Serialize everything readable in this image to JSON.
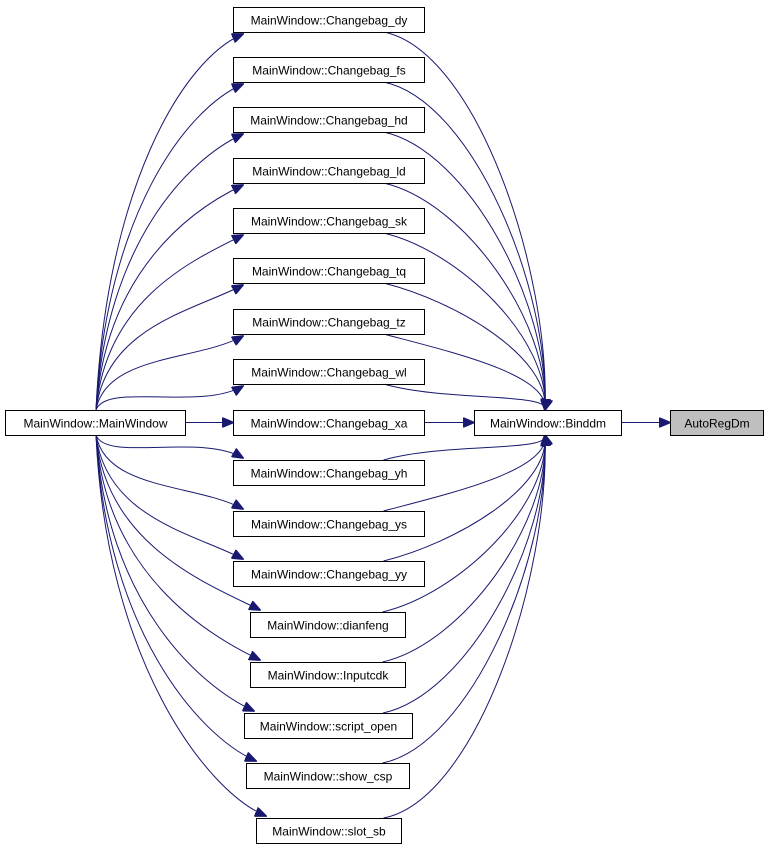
{
  "graph": {
    "colors": {
      "edge": "#191970",
      "highlight_fill": "#bfbfbf",
      "node_fill": "#ffffff",
      "node_border": "#000000"
    },
    "nodes": {
      "mw": "MainWindow::MainWindow",
      "binddm": "MainWindow::Binddm",
      "autoregdm": "AutoRegDm",
      "dy": "MainWindow::Changebag_dy",
      "fs": "MainWindow::Changebag_fs",
      "hd": "MainWindow::Changebag_hd",
      "ld": "MainWindow::Changebag_ld",
      "sk": "MainWindow::Changebag_sk",
      "tq": "MainWindow::Changebag_tq",
      "tz": "MainWindow::Changebag_tz",
      "wl": "MainWindow::Changebag_wl",
      "xa": "MainWindow::Changebag_xa",
      "yh": "MainWindow::Changebag_yh",
      "ys": "MainWindow::Changebag_ys",
      "yy": "MainWindow::Changebag_yy",
      "dianfeng": "MainWindow::dianfeng",
      "inputcdk": "MainWindow::Inputcdk",
      "script_open": "MainWindow::script_open",
      "show_csp": "MainWindow::show_csp",
      "slot_sb": "MainWindow::slot_sb"
    },
    "highlighted": "autoregdm",
    "edges": [
      [
        "binddm",
        "autoregdm"
      ],
      [
        "mw",
        "binddm"
      ],
      [
        "dy",
        "binddm"
      ],
      [
        "fs",
        "binddm"
      ],
      [
        "hd",
        "binddm"
      ],
      [
        "ld",
        "binddm"
      ],
      [
        "sk",
        "binddm"
      ],
      [
        "tq",
        "binddm"
      ],
      [
        "tz",
        "binddm"
      ],
      [
        "wl",
        "binddm"
      ],
      [
        "xa",
        "binddm"
      ],
      [
        "yh",
        "binddm"
      ],
      [
        "ys",
        "binddm"
      ],
      [
        "yy",
        "binddm"
      ],
      [
        "dianfeng",
        "binddm"
      ],
      [
        "inputcdk",
        "binddm"
      ],
      [
        "script_open",
        "binddm"
      ],
      [
        "show_csp",
        "binddm"
      ],
      [
        "slot_sb",
        "binddm"
      ],
      [
        "mw",
        "dy"
      ],
      [
        "mw",
        "fs"
      ],
      [
        "mw",
        "hd"
      ],
      [
        "mw",
        "ld"
      ],
      [
        "mw",
        "sk"
      ],
      [
        "mw",
        "tq"
      ],
      [
        "mw",
        "tz"
      ],
      [
        "mw",
        "wl"
      ],
      [
        "mw",
        "xa"
      ],
      [
        "mw",
        "yh"
      ],
      [
        "mw",
        "ys"
      ],
      [
        "mw",
        "yy"
      ],
      [
        "mw",
        "dianfeng"
      ],
      [
        "mw",
        "inputcdk"
      ],
      [
        "mw",
        "script_open"
      ],
      [
        "mw",
        "show_csp"
      ],
      [
        "mw",
        "slot_sb"
      ]
    ]
  }
}
